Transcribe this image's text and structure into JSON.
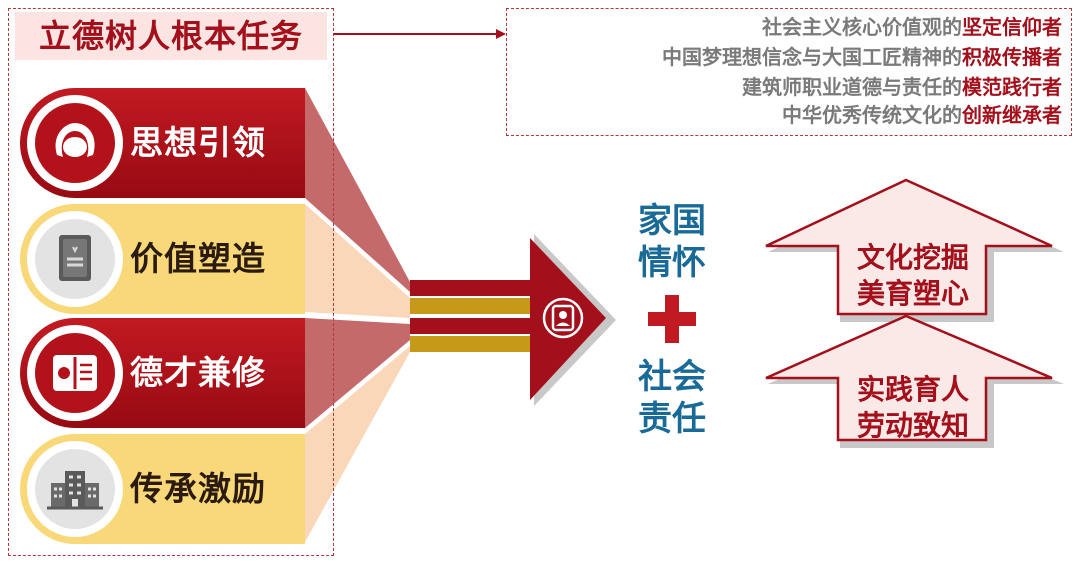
{
  "title": "立德树人根本任务",
  "pillars": [
    {
      "label": "思想引领",
      "style": "red",
      "icon": "headset-icon"
    },
    {
      "label": "价值塑造",
      "style": "yellow",
      "icon": "gold-bar-icon"
    },
    {
      "label": "德才兼修",
      "style": "red",
      "icon": "book-icon"
    },
    {
      "label": "传承激励",
      "style": "yellow",
      "icon": "building-icon"
    }
  ],
  "goals": [
    {
      "prefix": "社会主义核心价值观的",
      "emphasis": "坚定信仰者"
    },
    {
      "prefix": "中国梦理想信念与大国工匠精神的",
      "emphasis": "积极传播者"
    },
    {
      "prefix": "建筑师职业道德与责任的",
      "emphasis": "模范践行者"
    },
    {
      "prefix": "中华优秀传统文化的",
      "emphasis": "创新继承者"
    }
  ],
  "center": {
    "top_lines": [
      "家国",
      "情怀"
    ],
    "plus": "+",
    "bottom_lines": [
      "社会",
      "责任"
    ],
    "icon": "person-badge-icon"
  },
  "arrows": [
    {
      "lines": [
        "文化挖掘",
        "美育塑心"
      ]
    },
    {
      "lines": [
        "实践育人",
        "劳动致知"
      ]
    }
  ],
  "colors": {
    "primary_red": "#a30f1a",
    "pillar_yellow": "#f8d878",
    "accent_blue": "#1a6a98",
    "stripe_gold": "#c69a18"
  }
}
